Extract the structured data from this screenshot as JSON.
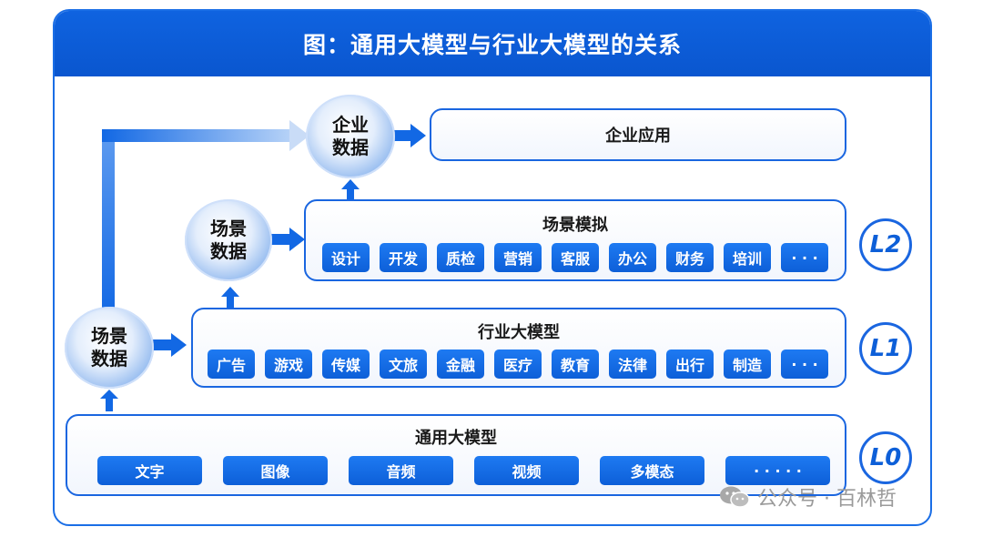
{
  "title": "图：通用大模型与行业大模型的关系",
  "enterprise": {
    "circle_line1": "企业",
    "circle_line2": "数据",
    "app_label": "企业应用"
  },
  "l2": {
    "circle_line1": "场景",
    "circle_line2": "数据",
    "title": "场景模拟",
    "level": "L2",
    "chips": [
      "设计",
      "开发",
      "质检",
      "营销",
      "客服",
      "办公",
      "财务",
      "培训",
      "· · ·"
    ]
  },
  "l1": {
    "circle_line1": "场景",
    "circle_line2": "数据",
    "title": "行业大模型",
    "level": "L1",
    "chips": [
      "广告",
      "游戏",
      "传媒",
      "文旅",
      "金融",
      "医疗",
      "教育",
      "法律",
      "出行",
      "制造",
      "· · ·"
    ]
  },
  "l0": {
    "title": "通用大模型",
    "level": "L0",
    "chips": [
      "文字",
      "图像",
      "音频",
      "视频",
      "多模态",
      "· · · · ·"
    ]
  },
  "watermark": {
    "text": "公众号 · 百林哲",
    "icon": "wechat-icon"
  },
  "colors": {
    "primary": "#0f63e0",
    "border": "#1a66e0"
  }
}
